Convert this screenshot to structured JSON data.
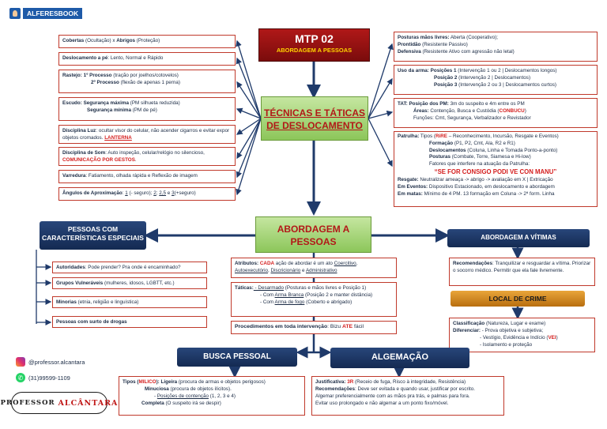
{
  "brand": {
    "name": "ALFERESBOOK"
  },
  "main_title": {
    "line1": "MTP 02",
    "line2": "ABORDAGEM A PESSOAS"
  },
  "tecnicas": {
    "line1": "TÉCNICAS E TÁTICAS",
    "line2": "DE DESLOCAMENTO"
  },
  "abordagem": {
    "line1": "ABORDAGEM A",
    "line2": "PESSOAS"
  },
  "left_items": {
    "cobertas": [
      "Cobertas",
      " (Ocultação) x ",
      "Abrigos",
      " (Proteção)"
    ],
    "deslocamento": [
      "Deslocamento a pé",
      ": Lento, Normal e Rápido"
    ],
    "rastejo": [
      "Rastejo:",
      " 1º Processo",
      " (tração por joelhos/cotovelos)",
      "2º Processo",
      " (flexão de apenas 1 perna)"
    ],
    "escudo": [
      "Escudo:",
      " Segurança máxima",
      " (PM silhueta reduzida)",
      "Segurança mínima",
      " (PM de pé)"
    ],
    "luz": [
      "Disciplina Luz",
      ": ocultar visor do celular, não acender cigarros e evitar expor objetos cromados. ",
      "LANTERNA"
    ],
    "som": [
      "Disciplina de Som",
      ": Auto inspeção, celular/relógio no silencioso, ",
      "COMUNICAÇÃO POR GESTOS",
      "."
    ],
    "varredura": [
      "Varredura",
      ": Fatiamento, olhada rápida e Reflexão de imagem"
    ],
    "angulos": [
      "Ângulos de Aproximação",
      ": ",
      "1",
      " (- seguro); ",
      "2",
      "; ",
      "2,5",
      " e ",
      "3",
      "(+seguro)"
    ]
  },
  "right_items": {
    "posturas": [
      "Posturas mãos livres:",
      " Aberta (Cooperativo);",
      "Prontidão",
      " (Resistente Passivo)",
      "Defensiva",
      " (Resistente Ativo com agressão não letal)"
    ],
    "arma": [
      "Uso da arma:",
      " Posições 1",
      " (Intervenção 1 ou 2 | Deslocamentos longos)",
      "Posição 2",
      " (Intervenção 2 | Deslocamentos)",
      "Posição 3",
      " (Intervenção 2 ou 3 | Deslocamentos curtos)"
    ],
    "tat": [
      "TAT: Posição dos PM:",
      " 3m do suspeito e 4m entre os PM",
      "Áreas:",
      " Contenção, Busca e Custódia (",
      "CONBUCU",
      ")",
      "Funções: Cmt, Segurança, Verbalizador e Revistador"
    ],
    "patrulha": [
      "Patrulha:",
      " Tipos (",
      "RiRE",
      " – Reconhecimento, Incursão, Resgate e Eventos)",
      "Formação",
      " (P1, P2, Cmt, Ala, R2 e R1)",
      "Deslocamentos",
      " (Coluna, Linha e Tomada Ponto-a-ponto)",
      "Posturas",
      " (Combate, Torre, Siamesa e Hi-low)",
      "Fatores que interfere na atuação da Patrulha:",
      "“SE FOR CONSIGO PODI VE CON MANU”",
      "Resgate:",
      " Neutralizar ameaça -> abrigo -> avaliação em X | Extricação",
      "Em Eventos:",
      " Dispositivo Estacionado, em deslocamento e abordagem",
      "Em matas:",
      " Mínimo de 4 PM. 13 formação em Coluna -> 2ª form. Linha"
    ]
  },
  "pessoas": {
    "header": [
      "PESSOAS COM",
      "CARACTERÍSTICAS ESPECIAIS"
    ],
    "items": [
      [
        "Autoridades",
        ": Pode prender? Pra onde é encaminhado?"
      ],
      [
        "Grupos Vulneráveis",
        " (mulheres, idosos, LGBTT, etc.)"
      ],
      [
        "Minorias",
        " (etnia, religião e linguística)"
      ],
      [
        "Pessoas com surto de drogas",
        ""
      ]
    ]
  },
  "centro": {
    "atributos": [
      "Atributos: ",
      "CADA",
      " ação de abordar é um ato ",
      "Coercitivo",
      ", ",
      "Autoexecutório",
      ", ",
      "Discricionário",
      " e ",
      "Administrativo"
    ],
    "taticas": [
      "Táticas:",
      " - Desarmado",
      " (Posturas e mãos livres e Posição 1)",
      "- Com ",
      "Arma Branca",
      " (Posição 2 e manter distância)",
      "- Com ",
      "Arma de fogo",
      " (Coberto e abrigado)"
    ],
    "procedimentos": [
      "Procedimentos em toda intervenção",
      ": Bizu ",
      "ATE",
      " fácil"
    ]
  },
  "vitimas": {
    "header": "ABORDAGEM A VÍTIMAS",
    "text": [
      "Recomendações",
      ": Tranquilizar e resguardar a vítima. Priorizar o socorro médico. Permitir que ela fale livremente."
    ]
  },
  "crime": {
    "header": "LOCAL DE CRIME",
    "text": [
      "Classificação",
      " (Natureza, Lugar e exame)",
      "Diferenciar:",
      " - Prova objetiva e subjetiva;",
      "- Vestígio, Evidência e Indício (",
      "VEI",
      ")",
      "- Isolamento e proteção"
    ]
  },
  "busca": {
    "header": "BUSCA PESSOAL",
    "text": [
      "Tipos (",
      "MILICO",
      "): ",
      "Ligeira",
      " (procura de armas e objetos perigosos)",
      "Minuciosa",
      " (procura de objetos ilícitos).",
      "- ",
      "Posições de contenção",
      " (1, 2, 3 e 4)",
      "Completa",
      " (O suspeito irá se despir)"
    ]
  },
  "algemacao": {
    "header": "ALGEMAÇÃO",
    "text": [
      "Justificativa:",
      " ",
      "3R",
      " (Receio de fuga, Risco à integridade, Resistência)",
      "Recomendações",
      ": Deve ser evitada e quando usar, justificar por escrito.",
      "Algemar preferencialmente com as mãos pra trás, e palmas para fora.",
      "Evitar uso prolongado e não algemar a um ponto fixo/móvel."
    ]
  },
  "contact": {
    "instagram": "@professor.alcantara",
    "phone": "(31)99599-1109"
  },
  "signature": {
    "top": "PROFESSOR",
    "bottom": "ALCÂNTARA"
  },
  "colors": {
    "accent_red": "#d41d1d",
    "navy": "#1f3a6a",
    "green": "#8cc65a",
    "gold": "#d48a20"
  }
}
